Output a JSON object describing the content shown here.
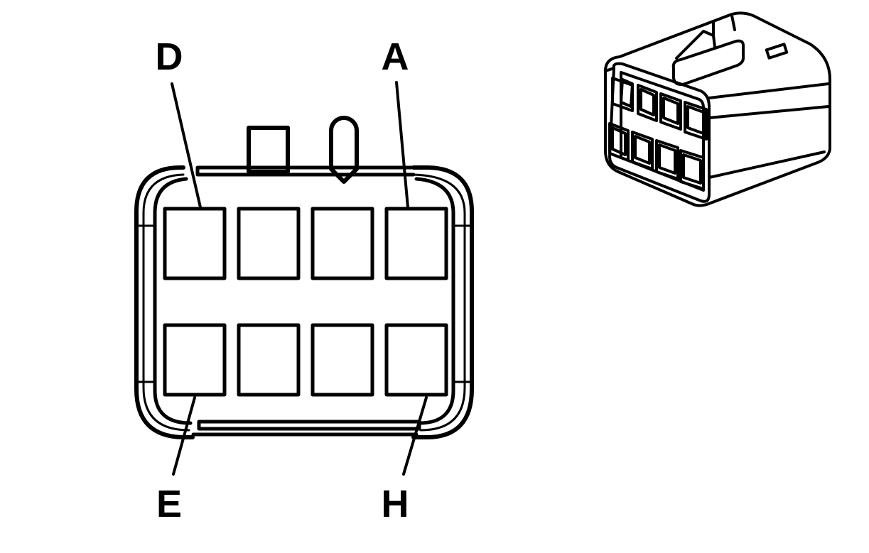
{
  "diagram": {
    "pin_labels": {
      "top_left": "D",
      "top_right": "A",
      "bottom_left": "E",
      "bottom_right": "H"
    },
    "face_view": {
      "rows": 2,
      "columns": 4
    },
    "colors": {
      "stroke": "#000000",
      "background": "#ffffff"
    }
  }
}
